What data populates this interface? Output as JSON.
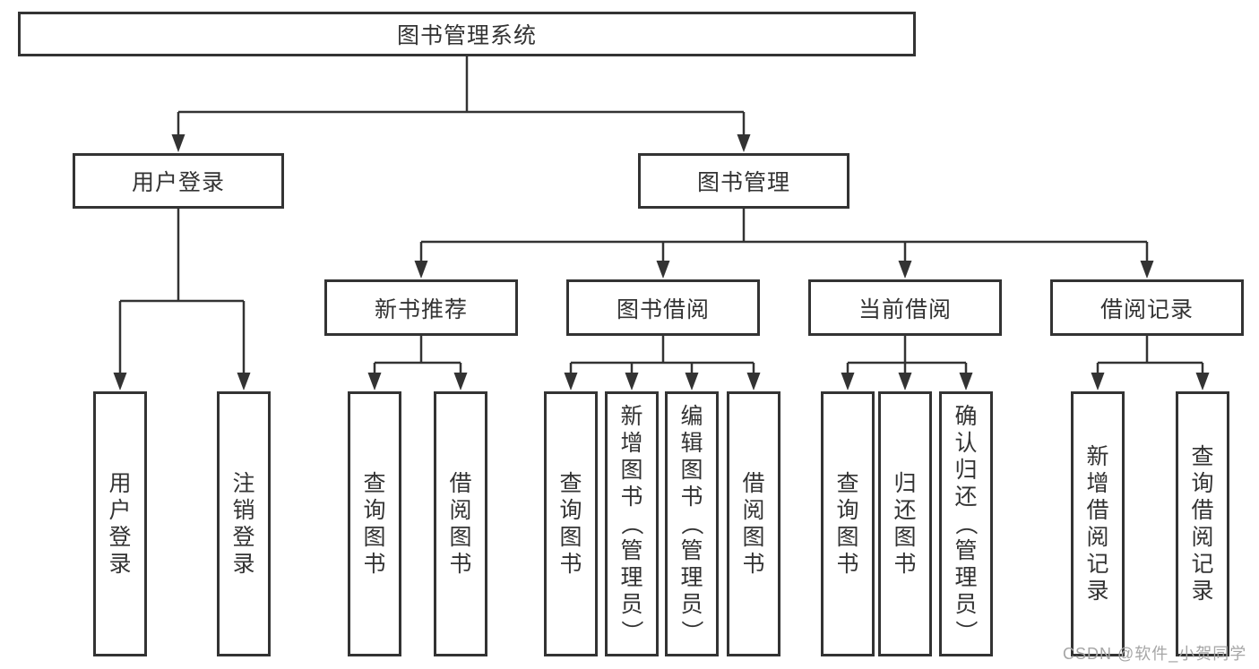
{
  "diagram": {
    "root": "图书管理系统",
    "level2": {
      "user_login": "用户登录",
      "book_management": "图书管理"
    },
    "level3": {
      "new_book": "新书推荐",
      "book_borrow": "图书借阅",
      "current_borrow": "当前借阅",
      "borrow_record": "借阅记录"
    },
    "leaves": {
      "user_login": "用户登录",
      "logout": "注销登录",
      "nb_query": "查询图书",
      "nb_borrow": "借阅图书",
      "bb_query": "查询图书",
      "bb_add": "新增图书（管理员）",
      "bb_edit": "编辑图书（管理员）",
      "bb_borrow": "借阅图书",
      "cb_query": "查询图书",
      "cb_return": "归还图书",
      "cb_confirm": "确认归还（管理员）",
      "br_add": "新增借阅记录",
      "br_query": "查询借阅记录"
    }
  },
  "hierarchy": {
    "图书管理系统": {
      "用户登录": [
        "用户登录",
        "注销登录"
      ],
      "图书管理": {
        "新书推荐": [
          "查询图书",
          "借阅图书"
        ],
        "图书借阅": [
          "查询图书",
          "新增图书（管理员）",
          "编辑图书（管理员）",
          "借阅图书"
        ],
        "当前借阅": [
          "查询图书",
          "归还图书",
          "确认归还（管理员）"
        ],
        "借阅记录": [
          "新增借阅记录",
          "查询借阅记录"
        ]
      }
    }
  },
  "watermark": "CSDN @软件_小贺同学",
  "colors": {
    "line": "#333333",
    "box_background": "#ffffff",
    "text": "#333333",
    "watermark": "#a6a6a6"
  }
}
